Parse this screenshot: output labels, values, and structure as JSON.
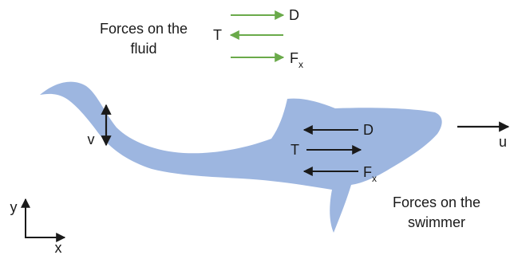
{
  "fluid_forces": {
    "caption_line1": "Forces on the",
    "caption_line2": "fluid",
    "drag_label": "D",
    "thrust_label": "T",
    "lateral_label": "F",
    "lateral_subscript": "x",
    "arrow_color": "#6aaa4a"
  },
  "swimmer_forces": {
    "caption_line1": "Forces on the",
    "caption_line2": "swimmer",
    "drag_label": "D",
    "thrust_label": "T",
    "lateral_label": "F",
    "lateral_subscript": "x",
    "arrow_color": "#1a1a1a"
  },
  "swimmer": {
    "body_color": "#9db6e0"
  },
  "velocity": {
    "swim_label": "u",
    "tail_label": "v"
  },
  "axes": {
    "x_label": "x",
    "y_label": "y"
  }
}
